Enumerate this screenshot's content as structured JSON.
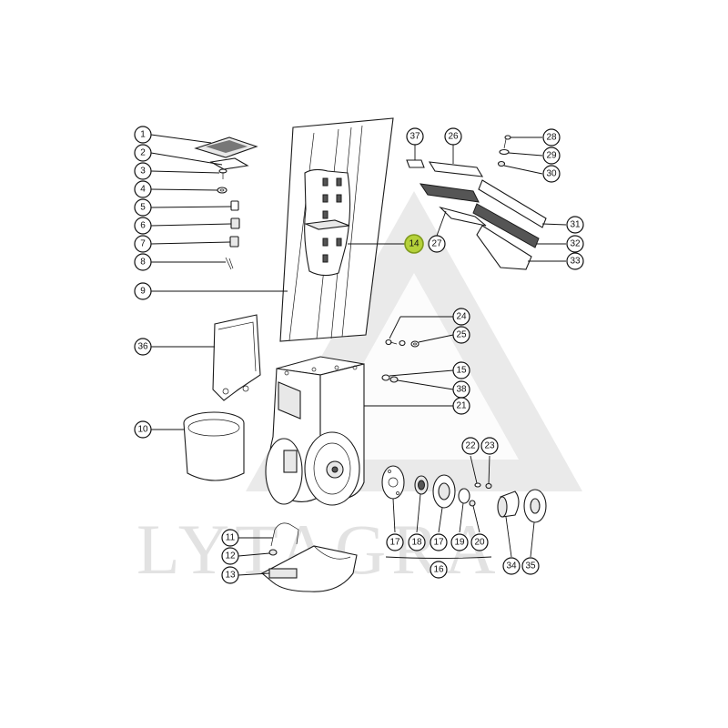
{
  "watermark": {
    "text": "LYTAGRA",
    "color": "#d6d6d6"
  },
  "highlight_color": "#b5d13a",
  "callouts": {
    "c1": "1",
    "c2": "2",
    "c3": "3",
    "c4": "4",
    "c5": "5",
    "c6": "6",
    "c7": "7",
    "c8": "8",
    "c9": "9",
    "c10": "10",
    "c11": "11",
    "c12": "12",
    "c13": "13",
    "c14": "14",
    "c15": "15",
    "c16": "16",
    "c17a": "17",
    "c17b": "17",
    "c18": "18",
    "c19": "19",
    "c20": "20",
    "c21": "21",
    "c22": "22",
    "c23": "23",
    "c24": "24",
    "c25": "25",
    "c26": "26",
    "c27": "27",
    "c28": "28",
    "c29": "29",
    "c30": "30",
    "c31": "31",
    "c32": "32",
    "c33": "33",
    "c34": "34",
    "c35": "35",
    "c36": "36",
    "c37": "37",
    "c38": "38"
  },
  "highlighted_part": "14"
}
